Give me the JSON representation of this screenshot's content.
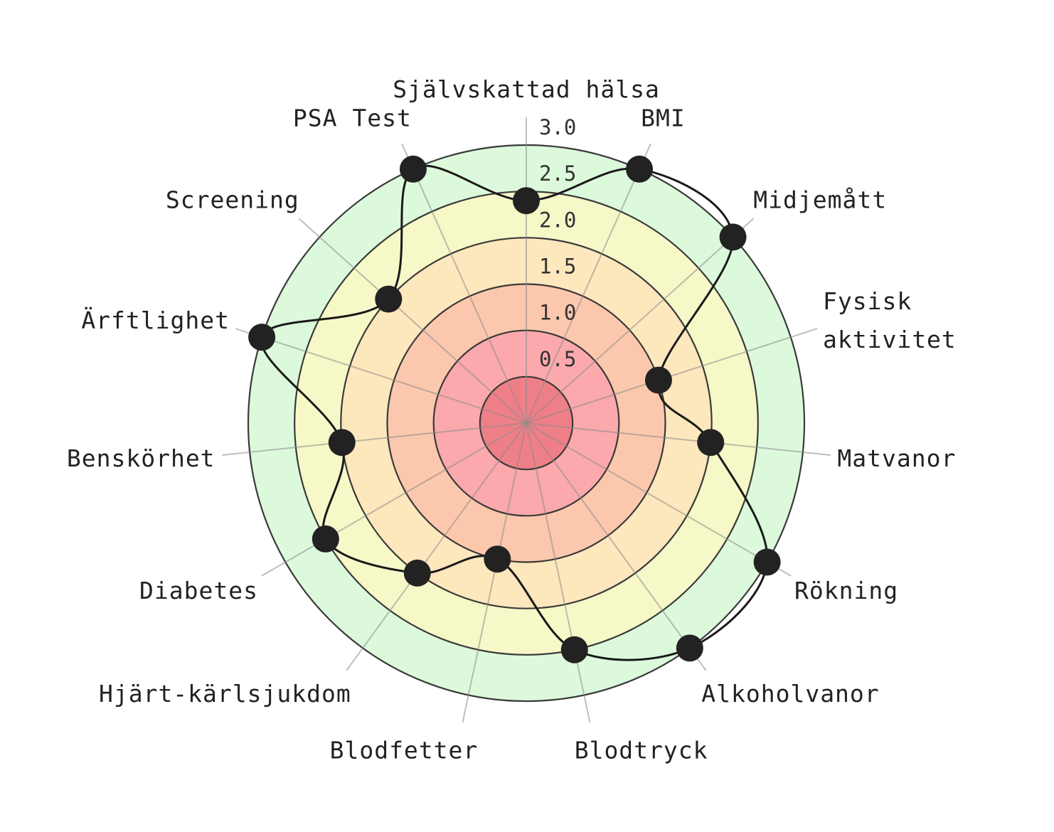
{
  "chart_data": {
    "type": "radar",
    "title": "",
    "axes": [
      "Självskattad hälsa",
      "BMI",
      "Midjemått",
      "Fysisk aktivitet",
      "Matvanor",
      "Rökning",
      "Alkoholvanor",
      "Blodtryck",
      "Blodfetter",
      "Hjärt-kärlsjukdom",
      "Diabetes",
      "Benskörhet",
      "Ärftlighet",
      "Screening",
      "PSA Test"
    ],
    "axis_label_lines": [
      [
        "Självskattad hälsa"
      ],
      [
        "BMI"
      ],
      [
        "Midjemått"
      ],
      [
        "Fysisk",
        "aktivitet"
      ],
      [
        "Matvanor"
      ],
      [
        "Rökning"
      ],
      [
        "Alkoholvanor"
      ],
      [
        "Blodtryck"
      ],
      [
        "Blodfetter"
      ],
      [
        "Hjärt-kärlsjukdom"
      ],
      [
        "Diabetes"
      ],
      [
        "Benskörhet"
      ],
      [
        "Ärftlighet"
      ],
      [
        "Screening"
      ],
      [
        "PSA Test"
      ]
    ],
    "values": [
      2.4,
      3.0,
      3.0,
      1.5,
      2.0,
      3.0,
      3.0,
      2.5,
      1.5,
      2.0,
      2.5,
      2.0,
      3.0,
      2.0,
      3.0
    ],
    "rlim": [
      0,
      3.0
    ],
    "ticks": [
      0.5,
      1.0,
      1.5,
      2.0,
      2.5,
      3.0
    ],
    "tick_labels": [
      "0.5",
      "1.0",
      "1.5",
      "2.0",
      "2.5",
      "3.0"
    ],
    "band_colors": [
      "#ef7f87",
      "#fba9ad",
      "#fcc8ad",
      "#fde7bd",
      "#f7f8c8",
      "#dcf9dc"
    ],
    "line_color": "#1a1a1a",
    "grid": true,
    "legend": "none"
  }
}
